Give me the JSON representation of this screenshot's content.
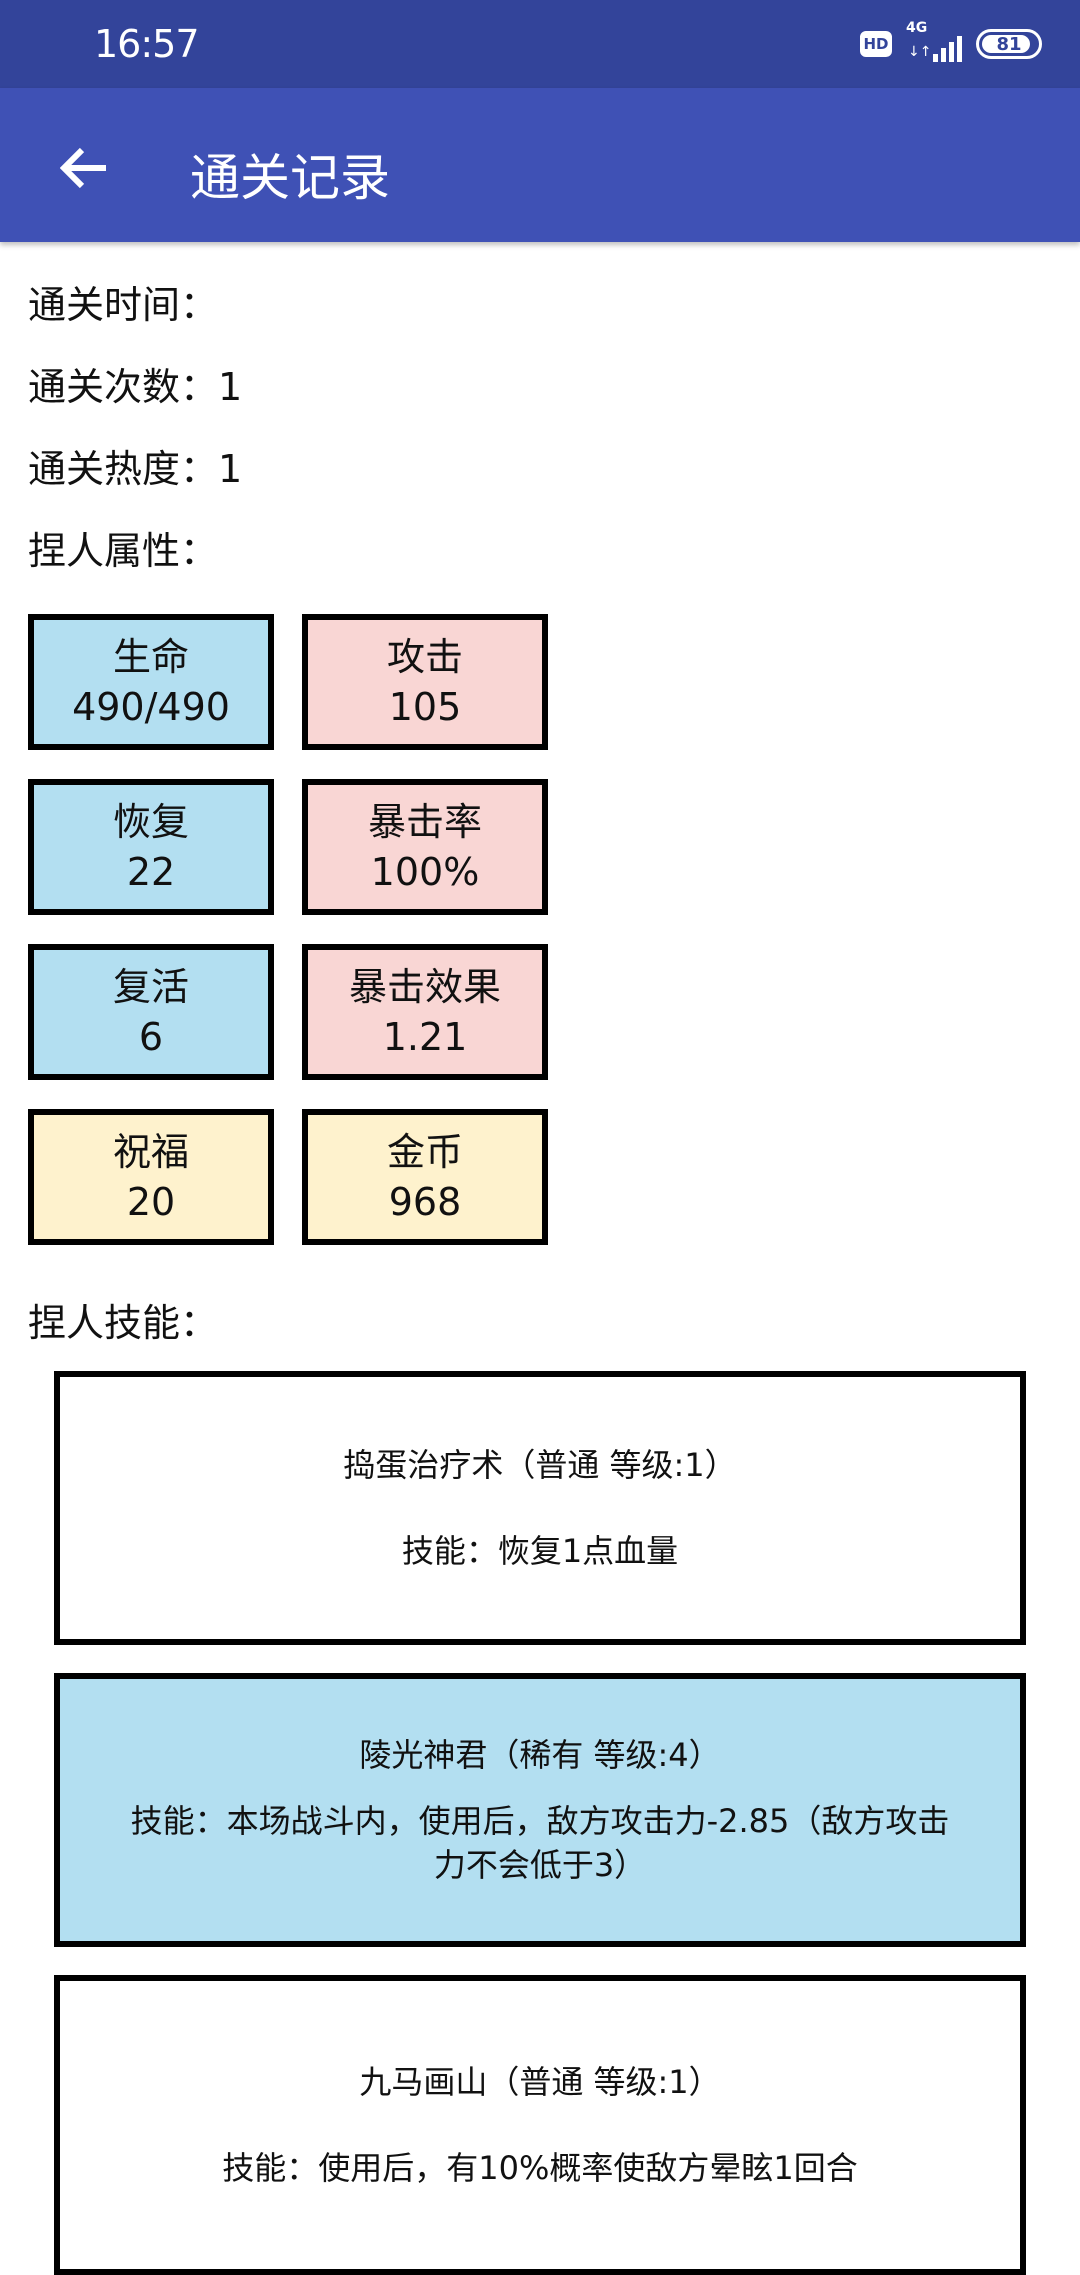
{
  "status_bar": {
    "time": "16:57",
    "hd": "HD",
    "network": "4G",
    "network_arrows": "↓↑",
    "battery": "81"
  },
  "header": {
    "title": "通关记录"
  },
  "info": {
    "clear_time": "通关时间：",
    "clear_count": "通关次数：1",
    "clear_heat": "通关热度：1",
    "attributes_label": "捏人属性：",
    "skills_label": "捏人技能："
  },
  "stats": [
    {
      "label": "生命",
      "value": "490/490",
      "color": "#b3dff1"
    },
    {
      "label": "攻击",
      "value": "105",
      "color": "#f9d6d4"
    },
    {
      "label": "恢复",
      "value": "22",
      "color": "#b3dff1"
    },
    {
      "label": "暴击率",
      "value": "100%",
      "color": "#f9d6d4"
    },
    {
      "label": "复活",
      "value": "6",
      "color": "#b3dff1"
    },
    {
      "label": "暴击效果",
      "value": "1.21",
      "color": "#f9d6d4"
    },
    {
      "label": "祝福",
      "value": "20",
      "color": "#fef2cd"
    },
    {
      "label": "金币",
      "value": "968",
      "color": "#fef2cd"
    }
  ],
  "skills": [
    {
      "title": "捣蛋治疗术（普通 等级:1）",
      "desc": "技能：恢复1点血量",
      "color": "#ffffff"
    },
    {
      "title": "陵光神君（稀有 等级:4）",
      "desc": "技能：本场战斗内，使用后，敌方攻击力-2.85（敌方攻击力不会低于3）",
      "color": "#b3dff1"
    },
    {
      "title": "九马画山（普通 等级:1）",
      "desc": "技能：使用后，有10%概率使敌方晕眩1回合",
      "color": "#ffffff"
    }
  ],
  "colors": {
    "status_bar": "#33449a",
    "app_bar": "#3f51b5"
  }
}
